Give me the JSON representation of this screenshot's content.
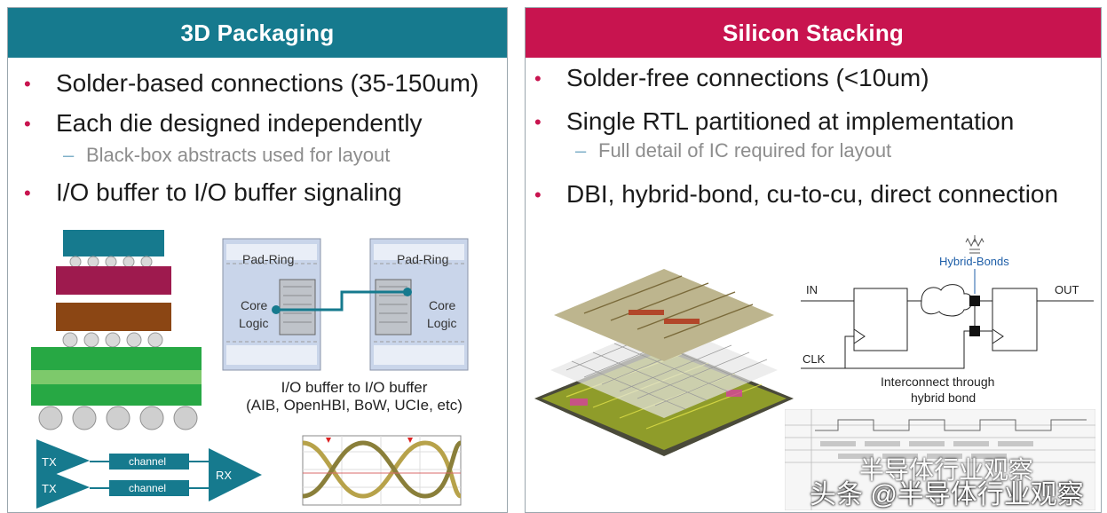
{
  "left": {
    "header": "3D Packaging",
    "bullets": [
      "Solder-based connections (35-150um)",
      "Each die designed independently",
      "I/O buffer to I/O buffer signaling"
    ],
    "sub": "Black-box abstracts used for layout",
    "padring": "Pad-Ring",
    "core": "Core",
    "logic": "Logic",
    "caption_line1": "I/O buffer to I/O buffer",
    "caption_line2": "(AIB, OpenHBI, BoW, UCIe, etc)",
    "tx1": "TX",
    "tx2": "TX",
    "channel1": "channel",
    "channel2": "channel",
    "rx": "RX"
  },
  "right": {
    "header": "Silicon Stacking",
    "bullets": [
      "Solder-free connections (<10um)",
      "Single RTL partitioned at implementation",
      "DBI, hybrid-bond, cu-to-cu, direct connection"
    ],
    "sub": "Full detail of IC required for layout",
    "hybrid_bonds": "Hybrid-Bonds",
    "in": "IN",
    "out": "OUT",
    "clk": "CLK",
    "interconnect_line1": "Interconnect through",
    "interconnect_line2": "hybrid bond"
  },
  "watermark": {
    "faint": "半导体行业观察",
    "main": "头条 @半导体行业观察"
  },
  "colors": {
    "left_header": "#167a8e",
    "right_header": "#c8144f",
    "bullet_dot": "#c8144f",
    "die_teal": "#167a8e",
    "die_magenta": "#9e1a4e",
    "die_brown": "#8b4614",
    "substrate_green": "#27a844"
  }
}
